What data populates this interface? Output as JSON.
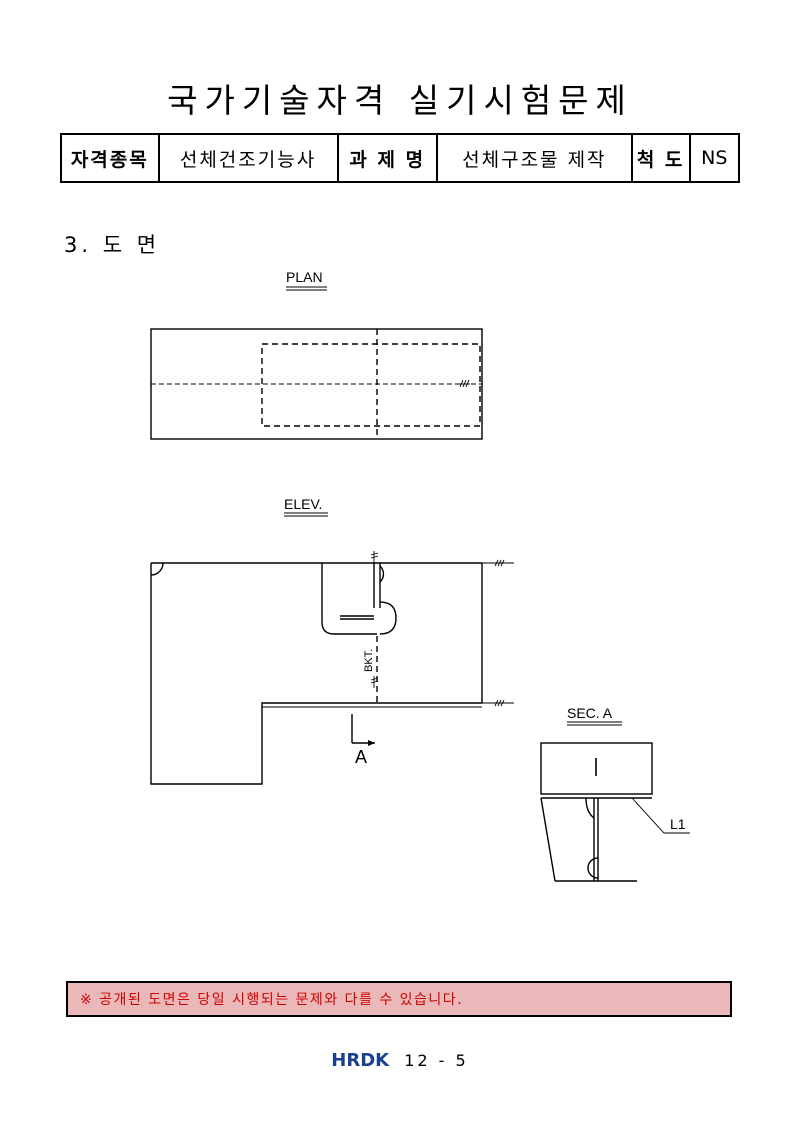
{
  "header": {
    "title": "국가기술자격 실기시험문제"
  },
  "info_table": {
    "label_field": "자격종목",
    "value_field": "선체건조기능사",
    "label_task": "과 제 명",
    "value_task": "선체구조물 제작",
    "label_scale": "척 도",
    "value_scale": "NS"
  },
  "section": {
    "heading": "3. 도 면"
  },
  "drawing": {
    "plan_label": "PLAN",
    "elev_label": "ELEV.",
    "bkt_label": "BKT.",
    "section_marker": "A",
    "sec_label": "SEC. A",
    "l1_label": "L1"
  },
  "notice": {
    "text": "※ 공개된 도면은 당일 시행되는 문제와 다를 수 있습니다."
  },
  "footer": {
    "logo": "HRDK",
    "page": "12 - 5"
  }
}
